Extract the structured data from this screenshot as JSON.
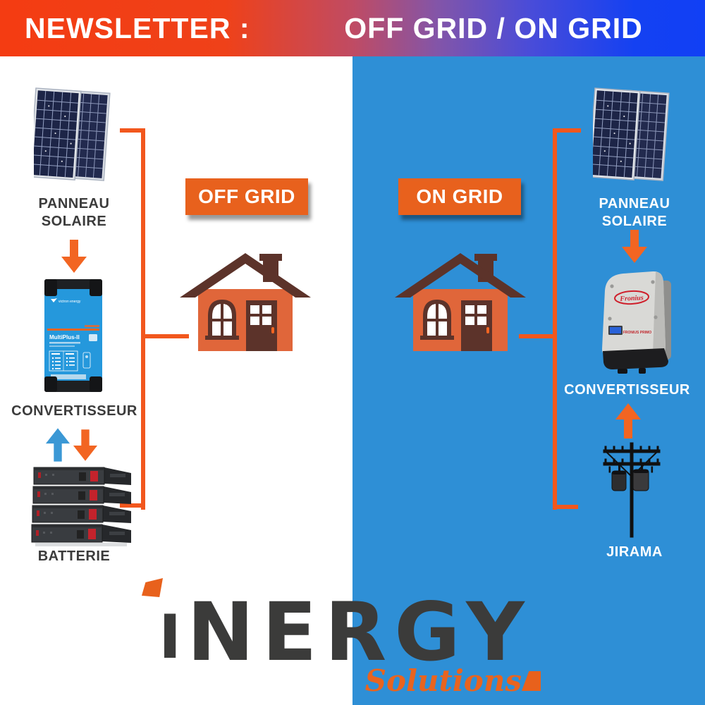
{
  "header": {
    "left_label": "NEWSLETTER :",
    "right_label": "OFF GRID / ON GRID"
  },
  "left_section": {
    "badge": "OFF GRID",
    "panel_label": "PANNEAU SOLAIRE",
    "inverter_label": "CONVERTISSEUR",
    "battery_label": "BATTERIE",
    "inverter_device": {
      "brand": "victron energy",
      "model": "MultiPlus-II"
    }
  },
  "right_section": {
    "badge": "ON GRID",
    "panel_label": "PANNEAU SOLAIRE",
    "inverter_label": "CONVERTISSEUR",
    "grid_label": "JIRAMA",
    "inverter_device": {
      "brand": "Fronius",
      "model": "FRONIUS PRIMO"
    }
  },
  "logo": {
    "first_letter": "I",
    "name_rest": "NERGY",
    "tagline": "Solutions"
  },
  "colors": {
    "header_orange": "#f43c12",
    "header_blue": "#1140f5",
    "right_panel_blue": "#2e8fd6",
    "accent_orange": "#f2571d",
    "badge_orange": "#e8611d",
    "arrow_blue": "#3b98d5",
    "house_wall": "#e0663a",
    "house_roof": "#5c332a",
    "logo_dark": "#3b3b3a",
    "logo_orange": "#e8611c"
  }
}
